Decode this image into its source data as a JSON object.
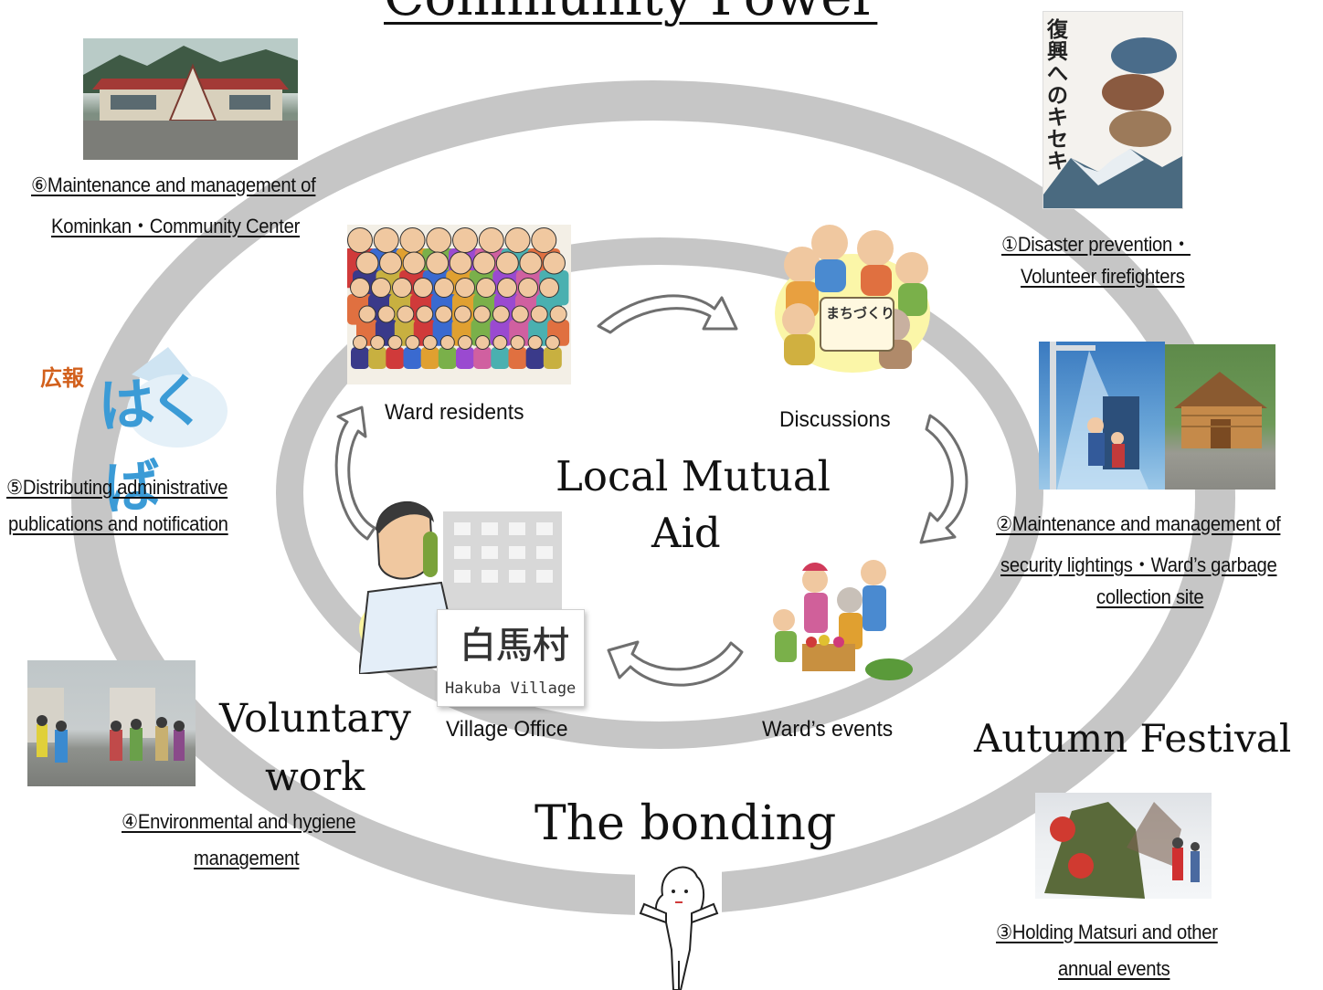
{
  "title": "Community Power",
  "center": {
    "line1": "Local Mutual",
    "line2": "Aid"
  },
  "bonding": "The bonding",
  "voluntary": {
    "line1": "Voluntary",
    "line2": "work"
  },
  "autumn": "Autumn Festival",
  "inner_cycle": {
    "ward_residents": "Ward residents",
    "discussions": "Discussions",
    "wards_events": "Ward’s events",
    "village_office": "Village Office"
  },
  "village_sign": {
    "kanji": "白馬村",
    "roman": "Hakuba Village"
  },
  "pr_logo": {
    "small": "広報",
    "large": "はくば"
  },
  "book": {
    "title": "復興へのキセキ"
  },
  "discussion_sign": "まちづくり",
  "activities": [
    {
      "line1": "①Disaster prevention・",
      "line2": "Volunteer firefighters"
    },
    {
      "line1": "②Maintenance and management of",
      "line2": "security lightings・Ward’s garbage",
      "line3": "collection site"
    },
    {
      "line1": "③Holding Matsuri and other",
      "line2": "annual events"
    },
    {
      "line1": "④Environmental and hygiene",
      "line2": "management"
    },
    {
      "line1": "⑤Distributing administrative",
      "line2": "publications and notification"
    },
    {
      "line1": "⑥Maintenance and management of",
      "line2": "Kominkan・Community Center"
    }
  ],
  "colors": {
    "ring": "#c6c6c6",
    "arrow_fill": "#ffffff",
    "arrow_stroke": "#6f6f6f"
  }
}
